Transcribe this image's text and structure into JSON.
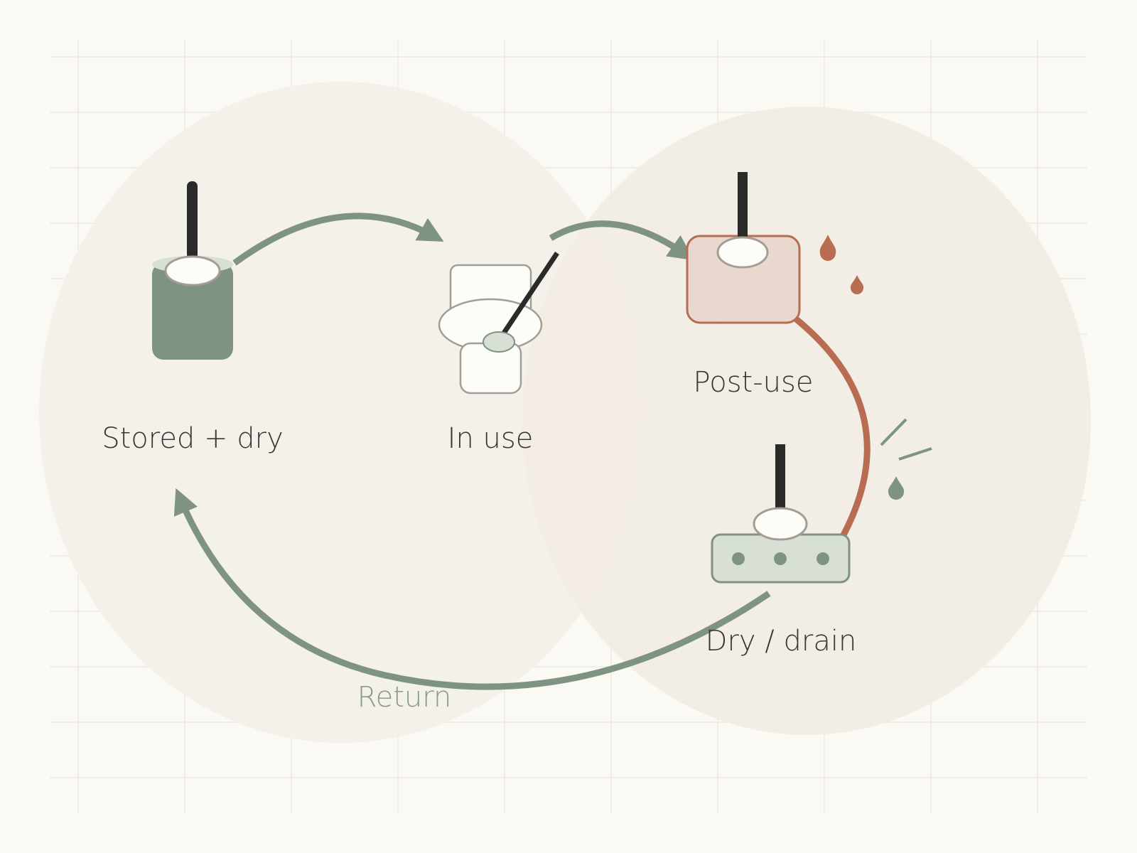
{
  "colors": {
    "background": "#fbf9f3",
    "grid": "#ece9e1",
    "circle_left": "#f4f1ea",
    "circle_right": "#f2ede4",
    "sage": "#7f9383",
    "sage_light": "#d8e0d6",
    "terracotta": "#b86c52",
    "blush": "#e8d8ce",
    "handle": "#2a2a28",
    "porcelain": "#fcfcf8",
    "outline": "#a39d94",
    "text": "#3a3835",
    "text_muted": "#8a9a8c"
  },
  "nodes": {
    "stored": {
      "label": "Stored + dry",
      "icon": "brush-in-holder-icon"
    },
    "in_use": {
      "label": "In use",
      "icon": "toilet-with-brush-icon"
    },
    "post_use": {
      "label": "Post-use",
      "icon": "wet-brush-holder-icon"
    },
    "dry_drain": {
      "label": "Dry / drain",
      "icon": "draining-tray-icon"
    }
  },
  "edges": {
    "return_label": "Return"
  }
}
